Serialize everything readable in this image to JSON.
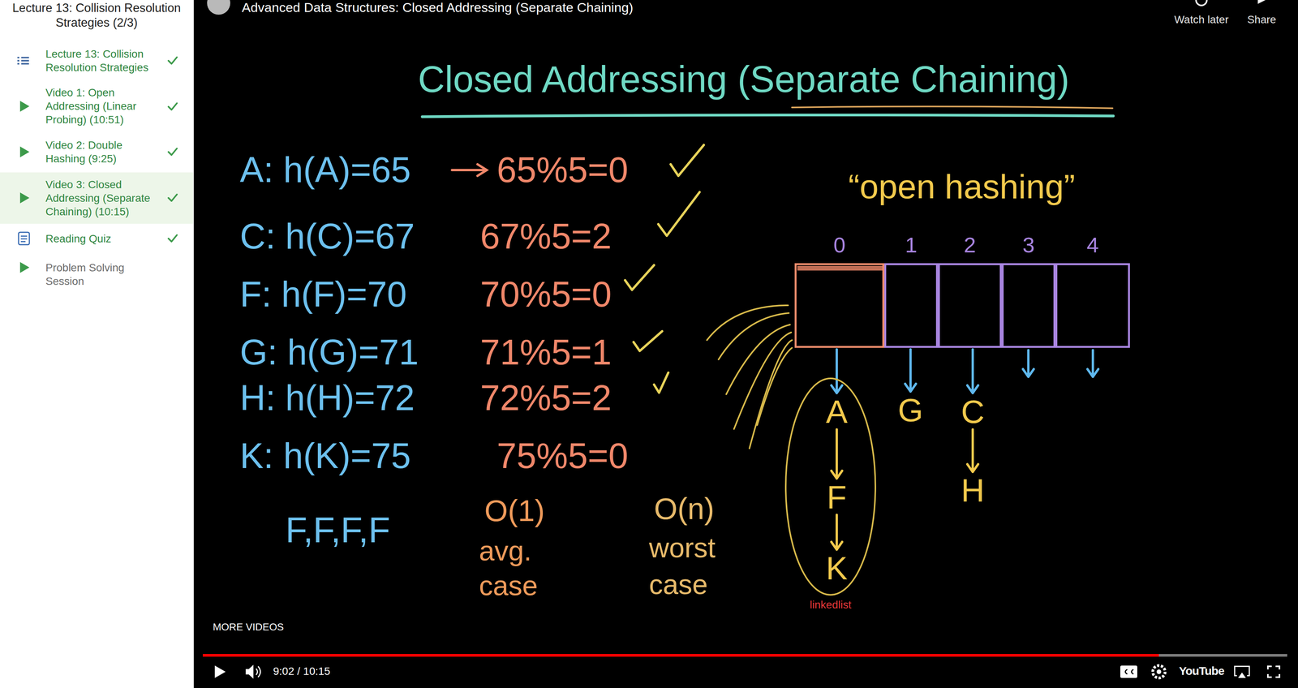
{
  "diagram": {
    "title": "Closed Addressing (Separate Chaining)",
    "nodes": [
      {
        "text": [
          "0"
        ]
      },
      {
        "text": [
          "1"
        ]
      },
      {
        "text": [
          "2"
        ]
      },
      {
        "text": [
          "3"
        ]
      },
      {
        "text": [
          "4"
        ]
      },
      {
        "text": [
          "linkedlist"
        ]
      },
      {
        "text": [
          "A"
        ],
        "in": 5
      },
      {
        "text": [
          "F"
        ],
        "in": 5
      },
      {
        "text": [
          "K"
        ],
        "in": 5
      },
      {
        "text": [
          "G"
        ]
      },
      {
        "text": [
          "C"
        ]
      },
      {
        "text": [
          "H"
        ]
      }
    ],
    "edges": [
      {
        "from": 0,
        "to": 6,
        "arrow": "to"
      },
      {
        "from": 6,
        "to": 7,
        "arrow": "to"
      },
      {
        "from": 7,
        "to": 8,
        "arrow": "to"
      },
      {
        "from": 1,
        "to": 9,
        "arrow": "to"
      },
      {
        "from": 2,
        "to": 10,
        "arrow": "to"
      },
      {
        "from": 10,
        "to": 11,
        "arrow": "to"
      }
    ],
    "labels": [
      "Lecture 13: Collision Resolution Strategies (2/3)",
      "Lecture 13: Collision Resolution Strategies",
      "Video 1: Open Addressing (Linear Probing) (10:51)",
      "Video 2: Double Hashing (9:25)",
      "Video 3: Closed Addressing (Separate Chaining) (10:15)",
      "Reading Quiz",
      "Problem Solving Session",
      "Advanced Data Structures: Closed Addressing (Separate Chaining)",
      "Watch later",
      "Share",
      "“open hashing”",
      "A: h(A)=65",
      "65%5=0",
      "C: h(C)=67",
      "67%5=2",
      "F: h(F)=70",
      "70%5=0",
      "G: h(G)=71",
      "71%5=1",
      "H: h(H)=72",
      "72%5=2",
      "K: h(K)=75",
      "75%5=0",
      "F,F,F,F",
      "O(1)",
      "avg. case",
      "O(n)",
      "worst case",
      "MORE VIDEOS",
      "9:02 / 10:15",
      "YouTube"
    ]
  }
}
